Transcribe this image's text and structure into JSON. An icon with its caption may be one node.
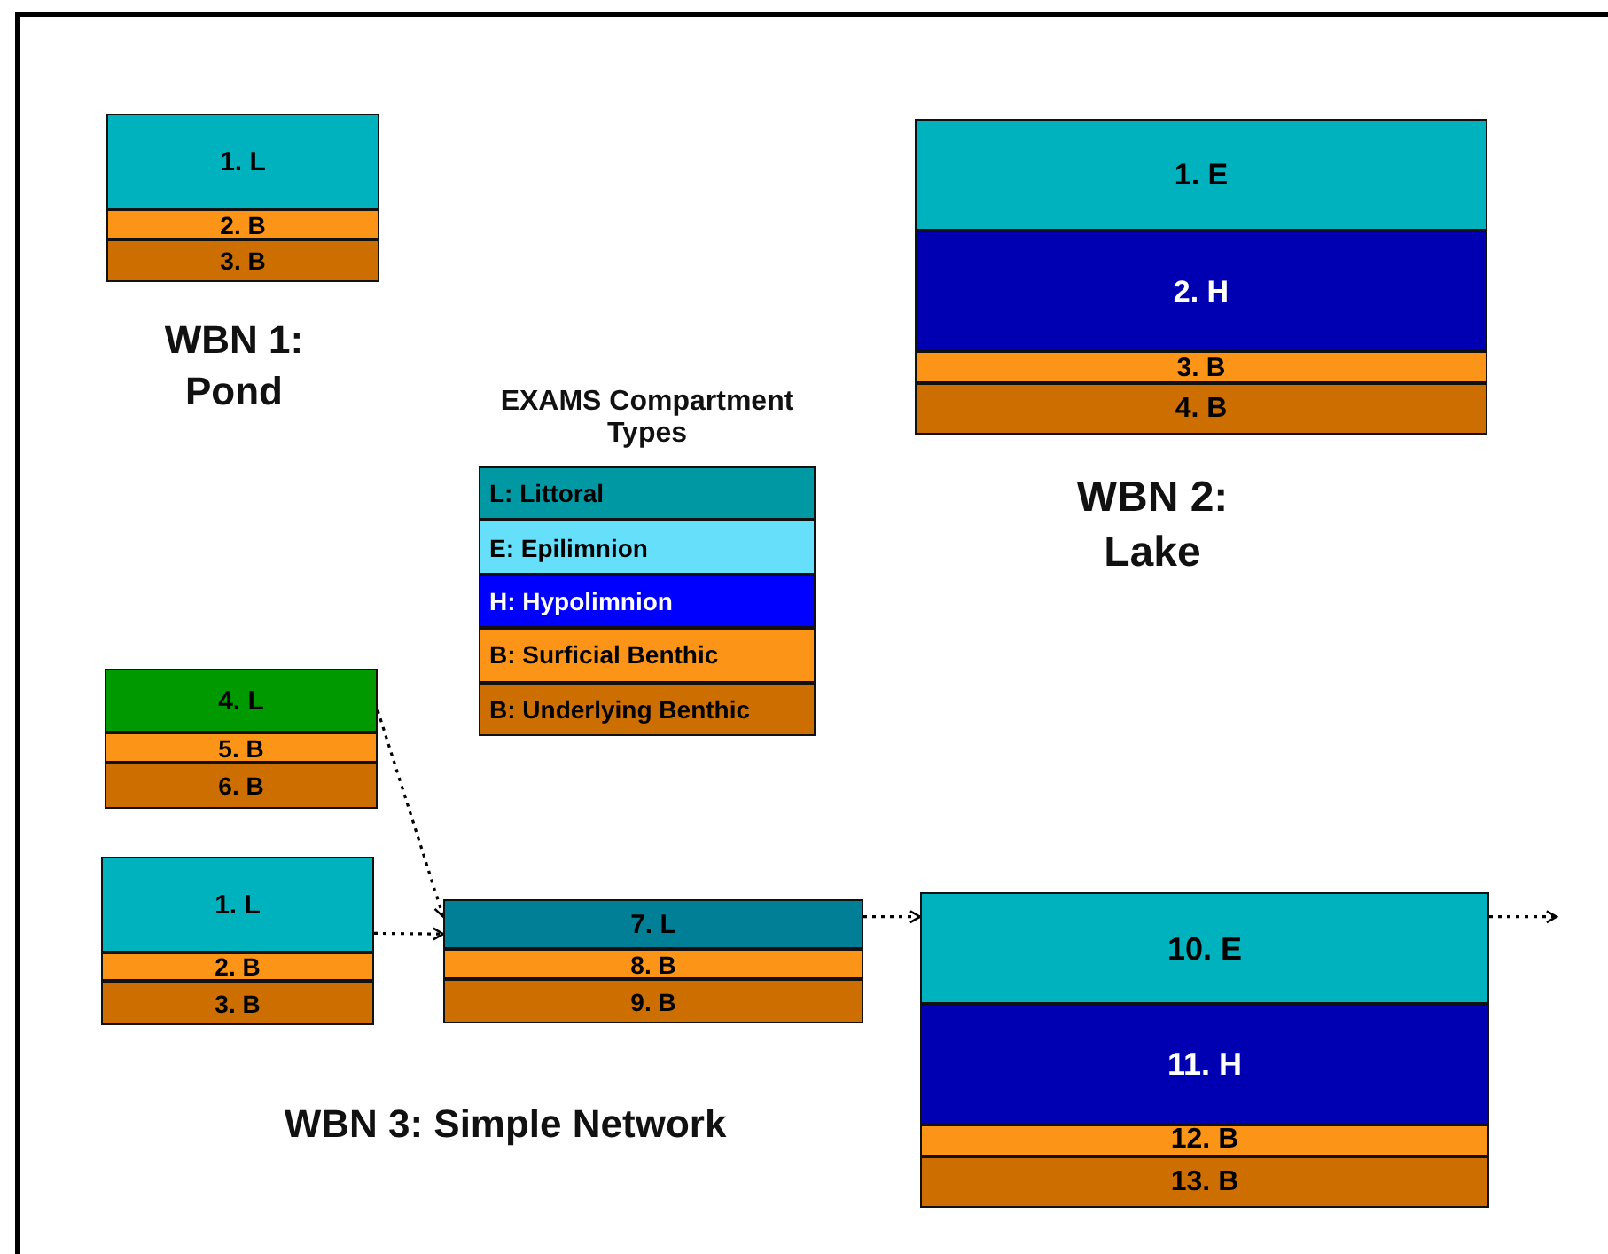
{
  "diagram": {
    "nodes": [
      {
        "text": [
          "1. L"
        ]
      },
      {
        "text": [
          "2. B"
        ]
      },
      {
        "text": [
          "3. B"
        ]
      },
      {
        "text": [
          "1. E"
        ]
      },
      {
        "text": [
          "2. H"
        ]
      },
      {
        "text": [
          "3. B"
        ]
      },
      {
        "text": [
          "4. B"
        ]
      },
      {
        "text": [
          "4. L"
        ]
      },
      {
        "text": [
          "5. B"
        ]
      },
      {
        "text": [
          "6. B"
        ]
      },
      {
        "text": [
          "1. L"
        ]
      },
      {
        "text": [
          "2. B"
        ]
      },
      {
        "text": [
          "3. B"
        ]
      },
      {
        "text": [
          "7. L"
        ]
      },
      {
        "text": [
          "8. B"
        ]
      },
      {
        "text": [
          "9. B"
        ]
      },
      {
        "text": [
          "10. E"
        ]
      },
      {
        "text": [
          "11. H"
        ]
      },
      {
        "text": [
          "12. B"
        ]
      },
      {
        "text": [
          "13. B"
        ]
      }
    ],
    "edges": [
      {
        "from": 7,
        "to": 13,
        "arrow": "to",
        "style": "dashed"
      },
      {
        "from": 10,
        "to": 13,
        "arrow": "to",
        "style": "dashed"
      },
      {
        "from": 13,
        "to": 16,
        "arrow": "to",
        "style": "dashed"
      },
      {
        "from": 16,
        "to": null,
        "arrow": "to",
        "style": "dashed"
      }
    ],
    "labels": [
      "WBN 1: Pond",
      "EXAMS Compartment Types",
      "WBN 2: Lake",
      "WBN 3: Simple Network"
    ],
    "legend": [
      {
        "text": "L: Littoral",
        "color": "#0099a3"
      },
      {
        "text": "E: Epilimnion",
        "color": "#66e0fa"
      },
      {
        "text": "H: Hypolimnion",
        "color": "#0000ff"
      },
      {
        "text": "B: Surficial Benthic",
        "color": "#fc9418"
      },
      {
        "text": "B: Underlying Benthic",
        "color": "#cc6e00"
      }
    ]
  }
}
